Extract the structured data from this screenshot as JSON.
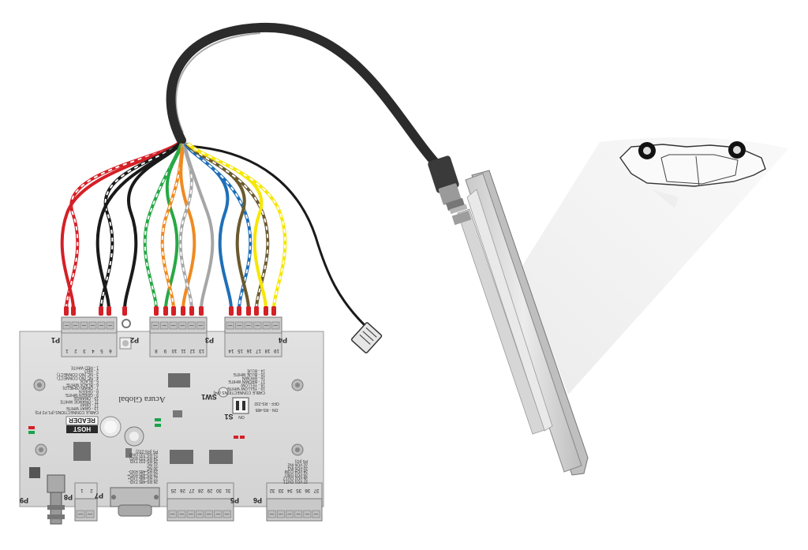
{
  "board": {
    "brand": "Acura Global",
    "host": "HOST",
    "reader": "READER",
    "sw1": "SW1",
    "s1": "S1",
    "on": "ON",
    "dip_off": "OFF - RS-232",
    "dip_on": "ON - RS-485",
    "conn_label_left": "CABLE CONNECTIONS (P1 P2 P3)",
    "conn_label_right": "CABLE CONNECTIONS (P4)",
    "ports": {
      "p1": "P1",
      "p2": "P2",
      "p3": "P3",
      "p4": "P4",
      "p5": "P5",
      "p6": "P6",
      "p7": "P7",
      "p8": "P8",
      "p9": "P9"
    },
    "p1_pins": [
      "1",
      "2",
      "3",
      "4",
      "5",
      "6"
    ],
    "p3_pins": [
      "8",
      "9",
      "10",
      "11",
      "12",
      "13"
    ],
    "p4_pins": [
      "14",
      "15",
      "16",
      "17",
      "18",
      "19"
    ],
    "p5_pins": [
      "25",
      "26",
      "27",
      "28",
      "29",
      "30",
      "31"
    ],
    "p6_pins": [
      "32",
      "33",
      "34",
      "35",
      "36",
      "37"
    ],
    "p7_pins": [
      "1",
      "2"
    ],
    "left_legend": [
      "13 - GRAY WHITE",
      "12 - GRAY",
      "11 - ORANGE WHITE",
      "10 - ORANGE",
      "9 - GREEN WHITE",
      "8 - GREEN",
      "7 - DRAIN (SHIELD)",
      "6 - BLACK WHITE",
      "5 - BLACK",
      "4 - NC (NO CONNECT)",
      "3 - NC (NO CONNECT)",
      "2 - RED",
      "1 - RED WHITE"
    ],
    "right_legend": [
      "19 - YELLOW WHITE",
      "18 - YELLOW",
      "17 - BROWN WHITE",
      "16 - BROWN",
      "15 - BLUE WHITE",
      "14 - BLUE"
    ],
    "mid_legend": [
      "26  RS-485 TXD-",
      "27  RS-485 TXD+",
      "28  RS-485 RXD+",
      "29  RS-485 RXD-",
      "30  NC",
      "31  NC",
      "25  RS-232 TXD",
      "24  RS-232 RXD",
      "23  RS-232 GND",
      "P5 (RS-232)"
    ],
    "right_io": [
      "37  I/O1 OUT1",
      "36  I/O2 OUT2",
      "35  I/O3 GND",
      "34  I/O4 COM",
      "33  I/O5 IN1",
      "32  I/O6 IN2",
      "P6 (IO)"
    ]
  },
  "colors": {
    "board": "#dcdcdc",
    "cable": "#2b2b2b",
    "red": "#d42027",
    "black": "#1a1a1a",
    "green": "#27a846",
    "orange": "#ef8a22",
    "gray": "#a6a6a6",
    "blue": "#1f6fb8",
    "brown": "#6b5a2e",
    "yellow": "#f6e600",
    "antenna": "#d8d8d8"
  },
  "icons": [
    "car-icon",
    "rj45-plug-icon",
    "coax-connector-icon",
    "rfid-antenna-icon"
  ]
}
